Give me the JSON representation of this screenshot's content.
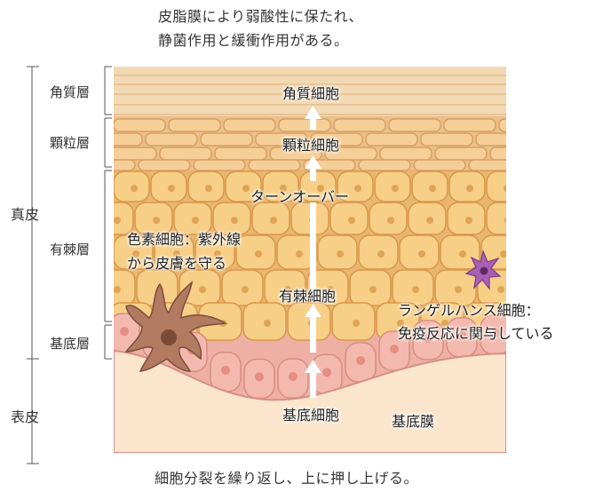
{
  "top_caption": {
    "line1": "皮脂膜により弱酸性に保たれ、",
    "line2": "静菌作用と緩衝作用がある。"
  },
  "bottom_caption": "細胞分裂を繰り返し、上に押し上げる。",
  "left_labels": {
    "outer_upper": "真皮",
    "outer_lower": "表皮",
    "stratum_corneum": "角質層",
    "stratum_granulosum": "顆粒層",
    "stratum_spinosum": "有棘層",
    "stratum_basale": "基底層"
  },
  "cell_labels": {
    "corneum_cells": "角質細胞",
    "granular_cells": "顆粒細胞",
    "turnover": "ターンオーバー",
    "spinous_cells": "有棘細胞",
    "basal_cells": "基底細胞",
    "basement_membrane": "基底膜"
  },
  "annotations": {
    "melanocyte_line1": "色素細胞：紫外線",
    "melanocyte_line2": "から皮膚を守る",
    "langerhans_line1": "ランゲルハンス細胞：",
    "langerhans_line2": "免疫反応に関与している"
  },
  "colors": {
    "corneum": "#f3d9b3",
    "granular": "#f2c88f",
    "spinous": "#f6cc82",
    "basal": "#f2b4a8",
    "membrane_fill": "#fbe8cf",
    "melanocyte": "#a8705a",
    "langerhans": "#9b4fa8"
  }
}
